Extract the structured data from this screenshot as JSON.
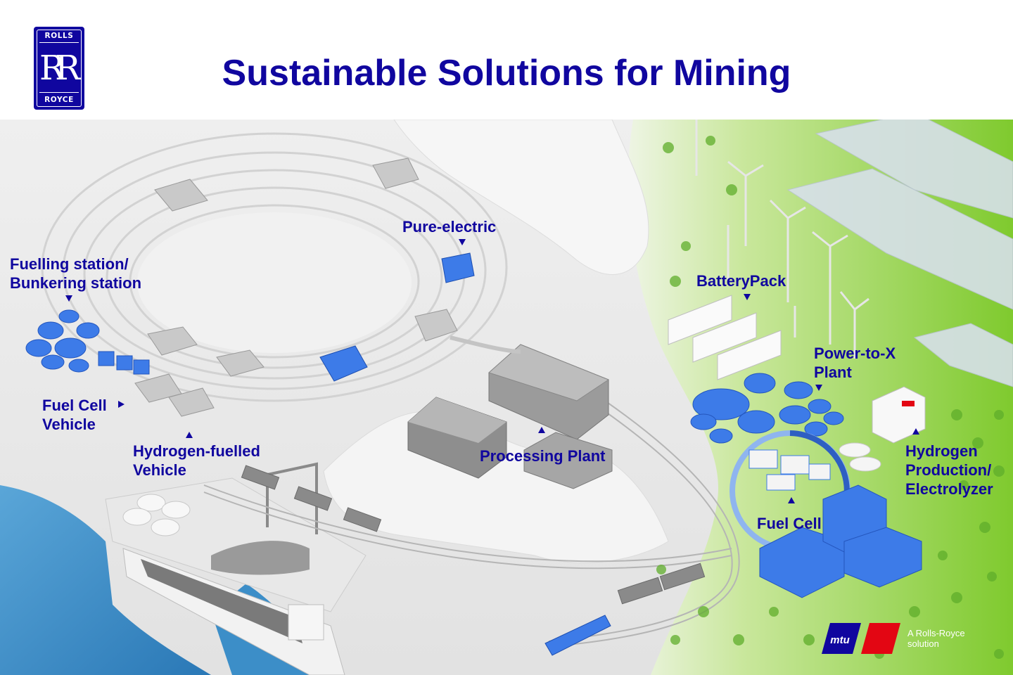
{
  "header": {
    "logo": {
      "top_word": "ROLLS",
      "monogram": "RR",
      "bottom_word": "ROYCE"
    },
    "title": "Sustainable Solutions for Mining"
  },
  "labels": {
    "pure_electric": "Pure-electric",
    "fuelling_station": [
      "Fuelling station/",
      "Bunkering station"
    ],
    "fuel_cell_vehicle": [
      "Fuel Cell",
      "Vehicle"
    ],
    "hydrogen_vehicle": [
      "Hydrogen-fuelled",
      "Vehicle"
    ],
    "processing_plant": "Processing Plant",
    "battery_pack": "BatteryPack",
    "power_to_x": [
      "Power-to-X",
      "Plant"
    ],
    "hydrogen_production": [
      "Hydrogen",
      "Production/",
      "Electrolyzer"
    ],
    "fuel_cell": "Fuel Cell"
  },
  "brand": {
    "mtu_logo_text": "mtu",
    "caption": [
      "A Rolls-Royce",
      "solution"
    ]
  },
  "colors": {
    "brand_blue": "#10069f",
    "highlight_blue": "#3d7be8",
    "mtu_red": "#e30613",
    "green_field": "#8ccc3c",
    "sea": "#3a8ec9"
  }
}
